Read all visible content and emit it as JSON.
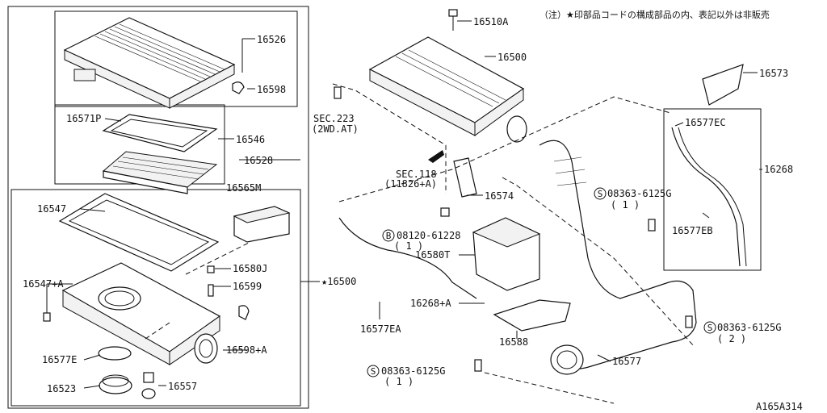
{
  "note": "（注）★印部品コードの構成部品の内、表記以外は非販売",
  "diagram_id": "A165A314",
  "labels": {
    "p16526": "16526",
    "p16598": "16598",
    "p16571P": "16571P",
    "p16546": "16546",
    "p16528": "16528",
    "p16565M": "16565M",
    "p16547": "16547",
    "p16580J": "16580J",
    "p16599": "16599",
    "p16547A": "16547+A",
    "p16500star": "★16500",
    "p16598A": "16598+A",
    "p16577E": "16577E",
    "p16523": "16523",
    "p16557": "16557",
    "p16510A": "16510A",
    "p16500": "16500",
    "sec223": "SEC.223",
    "sec223sub": "(2WD.AT)",
    "sec118": "SEC.118",
    "sec118sub": "(11826+A)",
    "p16574": "16574",
    "b08120": "08120-61228",
    "b08120q": "( 1 )",
    "p16580T": "16580T",
    "p16268A": "16268+A",
    "p16577EA": "16577EA",
    "p16588": "16588",
    "s08363a": "08363-6125G",
    "s08363aq": "( 1 )",
    "p16577": "16577",
    "s08363b": "08363-6125G",
    "s08363bq": "( 1 )",
    "s08363c": "08363-6125G",
    "s08363cq": "( 2 )",
    "p16573": "16573",
    "p16577EC": "16577EC",
    "p16268": "16268",
    "p16577EB": "16577EB",
    "circleB": "B",
    "circleS": "S"
  }
}
